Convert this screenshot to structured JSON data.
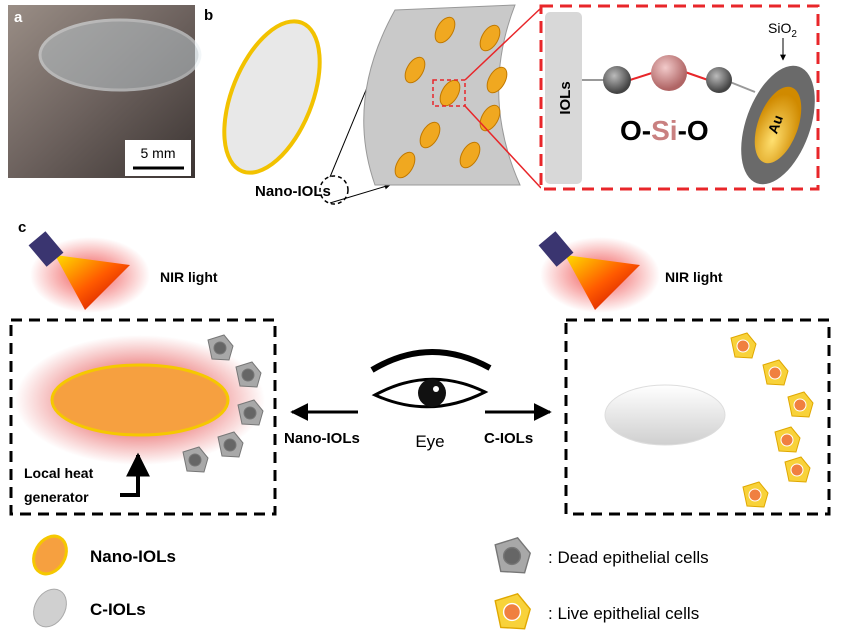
{
  "panels": {
    "a": "a",
    "b": "b",
    "c": "c"
  },
  "panel_a": {
    "scale_bar": "5 mm"
  },
  "panel_b": {
    "lens_label": "Nano-IOLs",
    "substrate_label": "IOLs",
    "linker_parts": [
      "O-",
      "Si",
      "-O"
    ],
    "shell_label": "SiO",
    "shell_subscript": "2",
    "core_label": "Au"
  },
  "panel_c": {
    "light_left": "NIR light",
    "light_right": "NIR light",
    "heat_label_line1": "Local heat",
    "heat_label_line2": "generator",
    "eye_label": "Eye",
    "arrow_left_label": "Nano-IOLs",
    "arrow_right_label": "C-IOLs"
  },
  "legend": {
    "nano": "Nano-IOLs",
    "conventional": "C-IOLs",
    "dead": ": Dead epithelial cells",
    "live": ": Live epithelial cells"
  },
  "colors": {
    "gold": "#f5b800",
    "orange": "#f7a040",
    "red_dash": "#e8262a",
    "gray": "#8a8a8a",
    "si_pink": "#c98080"
  }
}
